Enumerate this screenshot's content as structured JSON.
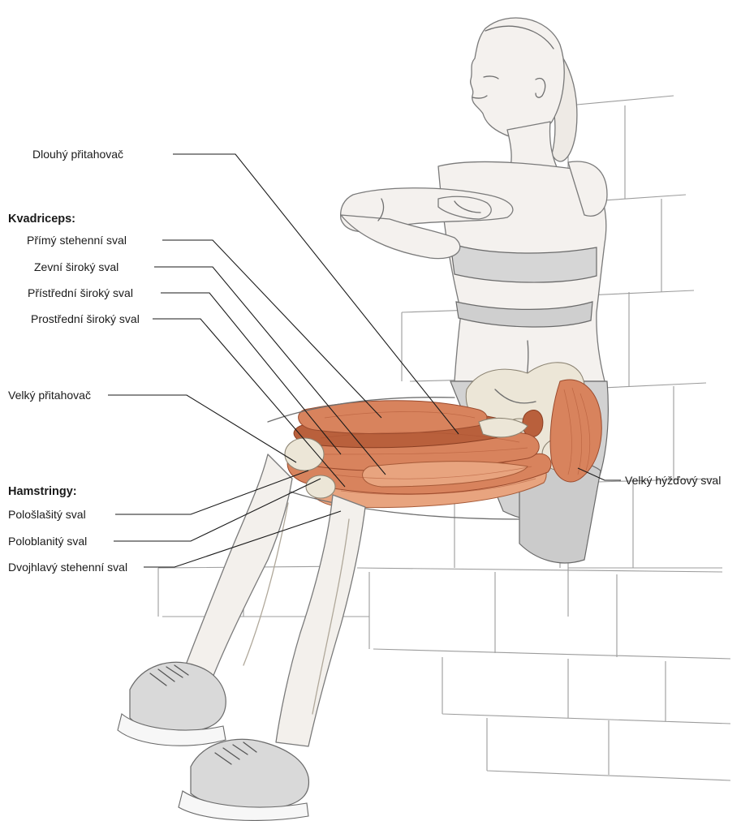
{
  "labels": {
    "adductor_longus": "Dlouhý přitahovač",
    "quadriceps_heading": "Kvadriceps:",
    "rectus_femoris": "Přímý stehenní sval",
    "vastus_lateralis": "Zevní široký sval",
    "vastus_medialis": "Přístřední široký sval",
    "vastus_intermedius": "Prostřední široký sval",
    "adductor_magnus": "Velký přitahovač",
    "hamstrings_heading": "Hamstringy:",
    "semitendinosus": "Pološlašitý sval",
    "semimembranosus": "Poloblanitý sval",
    "biceps_femoris": "Dvojhlavý stehenní sval",
    "gluteus_maximus": "Velký hýžďový sval"
  },
  "colors": {
    "muscle": "#d8835d",
    "muscle_dark": "#b9603c",
    "bone": "#ece6d7",
    "skin": "#f4f1ee",
    "line": "#1a1a1a"
  }
}
